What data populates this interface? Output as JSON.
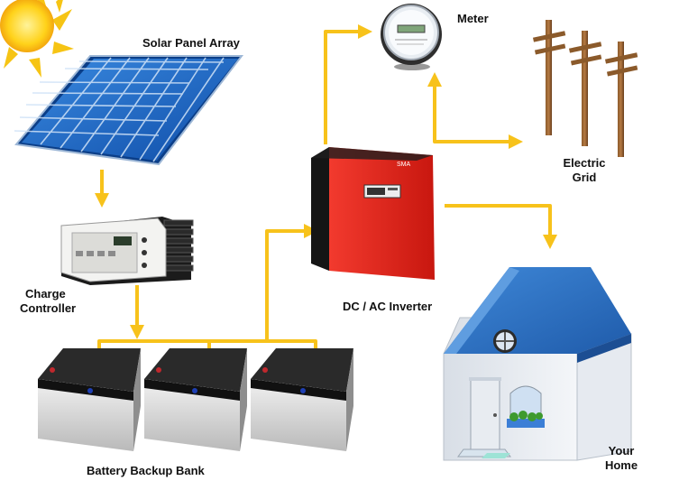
{
  "labels": {
    "solar": "Solar Panel Array",
    "meter": "Meter",
    "grid_l1": "Electric",
    "grid_l2": "Grid",
    "charge_l1": "Charge",
    "charge_l2": "Controller",
    "inverter": "DC / AC Inverter",
    "battery": "Battery Backup Bank",
    "home_l1": "Your",
    "home_l2": "Home"
  },
  "colors": {
    "arrow": "#F7C21B",
    "inverter_body": "#E3201B",
    "roof": "#2F72C4",
    "panel_cell": "#1C6FC9",
    "sun": "#F6C414"
  }
}
